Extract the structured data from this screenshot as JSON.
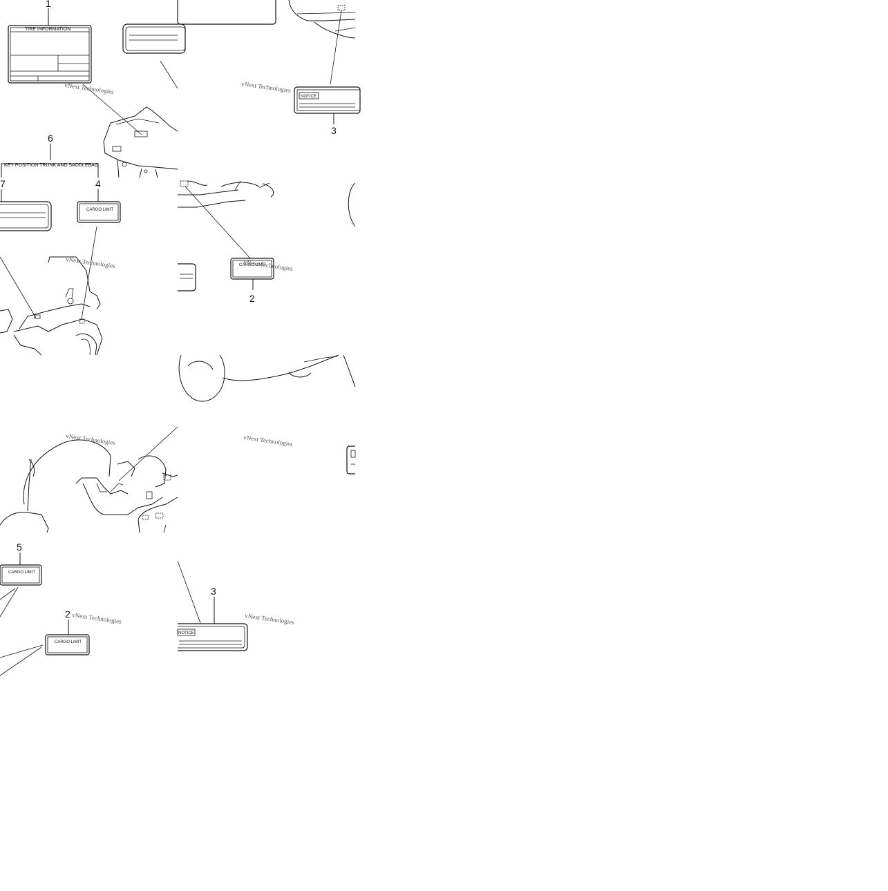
{
  "callouts": {
    "c1": "1",
    "c2a": "2",
    "c2b": "2",
    "c3a": "3",
    "c3b": "3",
    "c4": "4",
    "c5": "5",
    "c6": "6",
    "c7": "7"
  },
  "labels": {
    "tire_information": "TIRE INFORMATION",
    "key_position": "KEY POSITION TRUNK AND SADDLEBAG",
    "cargo_limit": "CARGO LIMIT",
    "notice": "NOTICE"
  },
  "watermark": {
    "text": "vNext Technologies"
  }
}
